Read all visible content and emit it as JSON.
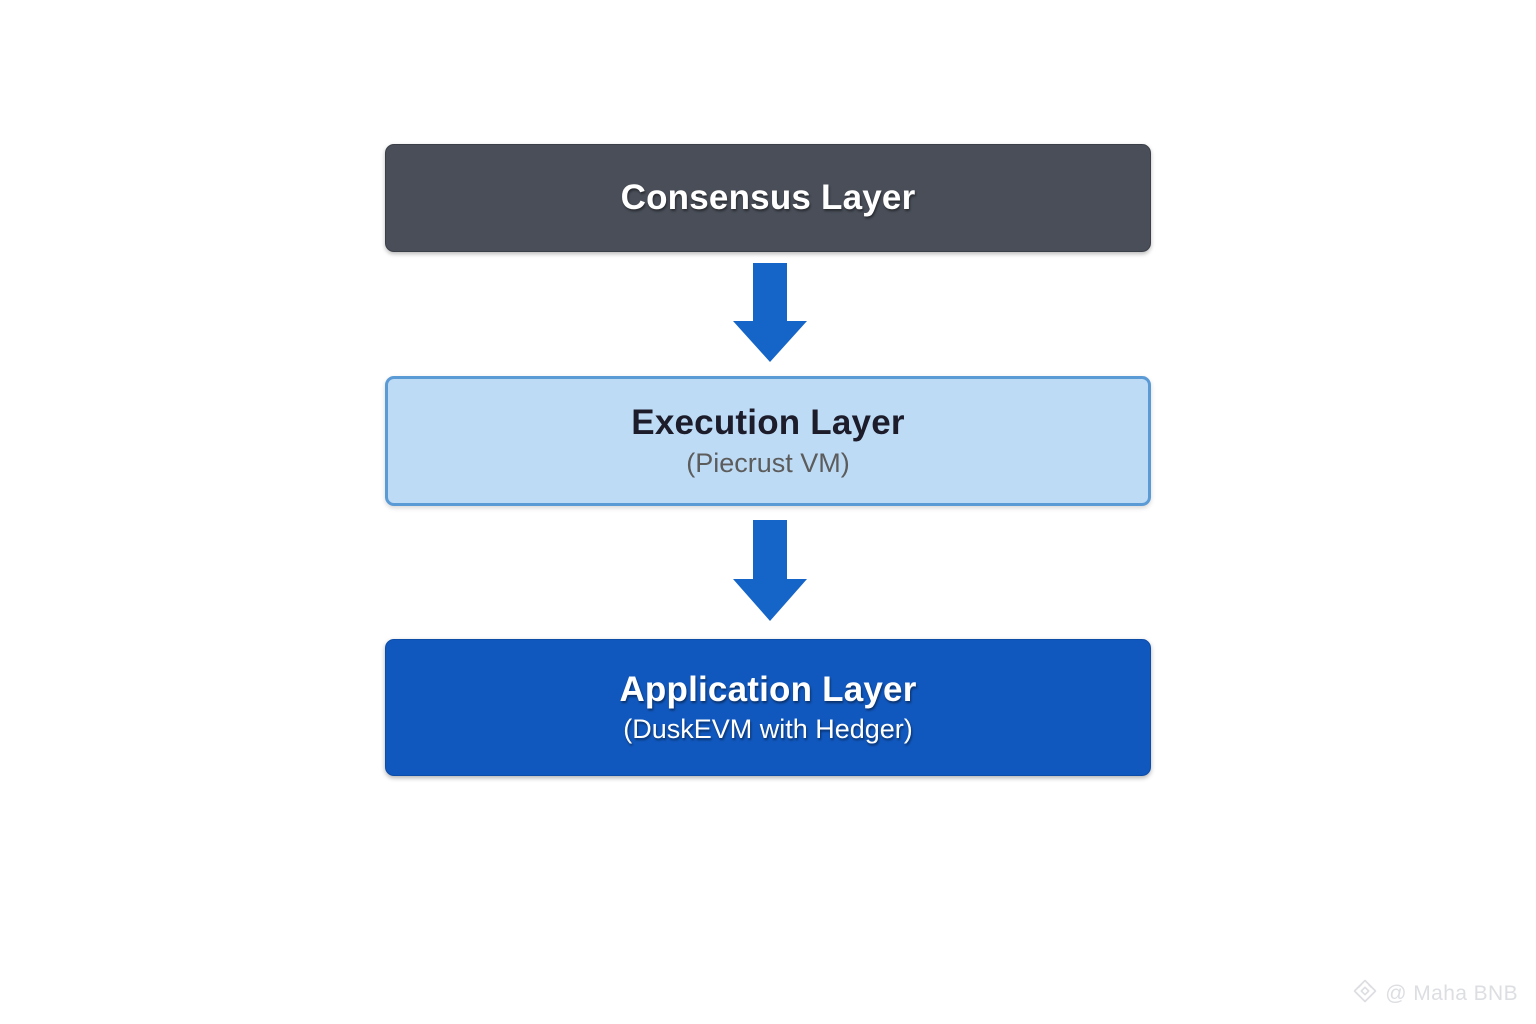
{
  "diagram": {
    "type": "layered-architecture",
    "background_color": "#ffffff",
    "layers": [
      {
        "id": "consensus",
        "title": "Consensus Layer",
        "subtitle": "",
        "fill_color": "#494E58",
        "text_color": "#FFFFFF"
      },
      {
        "id": "execution",
        "title": "Execution Layer",
        "subtitle": "(Piecrust VM)",
        "fill_color": "#BEDBF5",
        "border_color": "#5B9BD5",
        "text_color": "#1C1C2B",
        "subtitle_color": "#5C5C5C"
      },
      {
        "id": "application",
        "title": "Application Layer",
        "subtitle": "(DuskEVM with Hedger)",
        "fill_color": "#1158BE",
        "text_color": "#FFFFFF"
      }
    ],
    "connectors": [
      {
        "id": "arrow-consensus-to-execution",
        "from": "consensus",
        "to": "execution",
        "direction": "down",
        "color": "#1565C8"
      },
      {
        "id": "arrow-execution-to-application",
        "from": "execution",
        "to": "application",
        "direction": "down",
        "color": "#1565C8"
      }
    ]
  },
  "watermark": {
    "text": "@ Maha BNB",
    "color": "#DCDEE2",
    "logo_icon": "bnb-diamond-icon"
  }
}
